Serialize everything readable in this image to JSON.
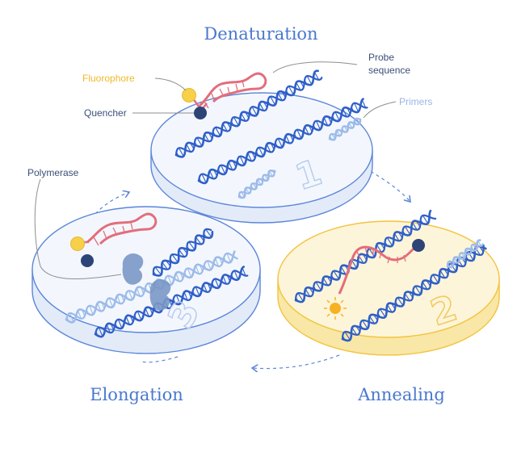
{
  "stages": {
    "denaturation": "Denaturation",
    "annealing": "Annealing",
    "elongation": "Elongation"
  },
  "labels": {
    "fluorophore": "Fluorophore",
    "probe_line1": "Probe",
    "probe_line2": "sequence",
    "quencher": "Quencher",
    "primers": "Primers",
    "polymerase": "Polymerase"
  },
  "step_numbers": {
    "one": "1",
    "two": "2",
    "three": "3"
  },
  "colors": {
    "disc_blue_fill": "#f3f7fd",
    "disc_blue_edge": "#5b86d9",
    "disc_yellow_fill": "#fdf5d9",
    "disc_yellow_edge": "#f2c33d",
    "dna_dark": "#2f5fc8",
    "dna_light": "#9dbbe9",
    "probe": "#e36d7b",
    "fluorophore": "#f7d04a",
    "quencher": "#2d4477",
    "polymerase": "#7a97c5"
  }
}
